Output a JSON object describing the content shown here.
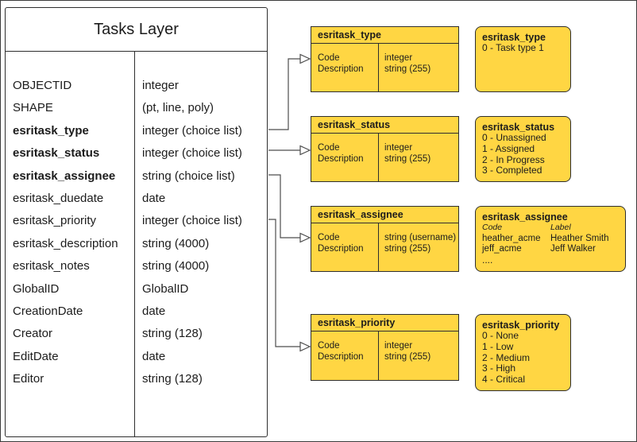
{
  "tasks_layer": {
    "title": "Tasks Layer",
    "fields": [
      {
        "name": "OBJECTID",
        "type": "integer"
      },
      {
        "name": "SHAPE",
        "type": "(pt, line, poly)"
      },
      {
        "name": "esritask_type",
        "type": "integer (choice list)"
      },
      {
        "name": "esritask_status",
        "type": "integer (choice list)"
      },
      {
        "name": "esritask_assignee",
        "type": "string (choice list)"
      },
      {
        "name": "esritask_duedate",
        "type": "date"
      },
      {
        "name": "esritask_priority",
        "type": "integer (choice list)"
      },
      {
        "name": "esritask_description",
        "type": "string (4000)"
      },
      {
        "name": "esritask_notes",
        "type": "string (4000)"
      },
      {
        "name": "GlobalID",
        "type": "GlobalID"
      },
      {
        "name": "CreationDate",
        "type": "date"
      },
      {
        "name": "Creator",
        "type": "string (128)"
      },
      {
        "name": "EditDate",
        "type": "date"
      },
      {
        "name": "Editor",
        "type": "string (128)"
      }
    ]
  },
  "domain_tables": [
    {
      "title": "esritask_type",
      "rows": [
        {
          "field": "Code",
          "type": "integer"
        },
        {
          "field": "Description",
          "type": "string (255)"
        }
      ]
    },
    {
      "title": "esritask_status",
      "rows": [
        {
          "field": "Code",
          "type": "integer"
        },
        {
          "field": "Description",
          "type": "string (255)"
        }
      ]
    },
    {
      "title": "esritask_assignee",
      "rows": [
        {
          "field": "Code",
          "type": "string (username)"
        },
        {
          "field": "Description",
          "type": "string (255)"
        }
      ]
    },
    {
      "title": "esritask_priority",
      "rows": [
        {
          "field": "Code",
          "type": "integer"
        },
        {
          "field": "Description",
          "type": "string (255)"
        }
      ]
    }
  ],
  "domain_values": {
    "type": {
      "title": "esritask_type",
      "lines": [
        "0 - Task type 1"
      ]
    },
    "status": {
      "title": "esritask_status",
      "lines": [
        "0 - Unassigned",
        "1 - Assigned",
        "2 - In Progress",
        "3 - Completed"
      ]
    },
    "assignee": {
      "title": "esritask_assignee",
      "code_header": "Code",
      "label_header": "Label",
      "entries": [
        {
          "code": "heather_acme",
          "label": "Heather Smith"
        },
        {
          "code": "jeff_acme",
          "label": "Jeff Walker"
        }
      ],
      "more": "...."
    },
    "priority": {
      "title": "esritask_priority",
      "lines": [
        "0 - None",
        "1 - Low",
        "2 - Medium",
        "3 - High",
        "4 - Critical"
      ]
    }
  },
  "colors": {
    "domain_fill": "#ffd643",
    "border": "#2e2e2e",
    "connector": "#4d4d4d",
    "text": "#1c1c1c"
  }
}
